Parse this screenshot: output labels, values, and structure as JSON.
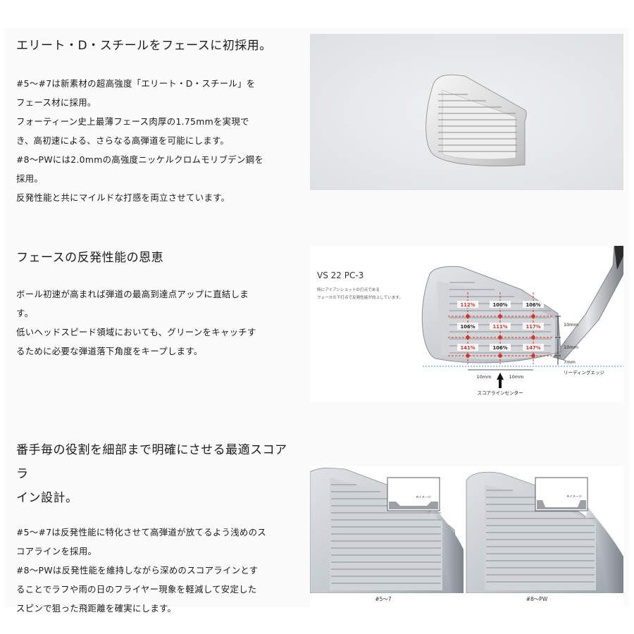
{
  "sections": [
    {
      "heading": "エリート・D・スチールをフェースに初採用。",
      "paragraphs": [
        "#5〜#7は新素材の超高強度「エリート・D・スチール」を",
        "フェース材に採用。",
        "フォーティーン史上最薄フェース肉厚の1.75mmを実現で",
        "き、高初速による、さらなる高弾道を可能にします。",
        "#8〜PWには2.0mmの高強度ニッケルクロムモリブデン鋼を",
        "採用。",
        "反発性能と共にマイルドな打感を両立させています。"
      ]
    },
    {
      "heading": "フェースの反発性能の恩恵",
      "paragraphs": [
        "ボール初速が高まれば弾道の最高到達点アップに直結しま",
        "す。",
        "低いヘッドスピード領域においても、グリーンをキャッチす",
        "るために必要な弾道落下角度をキープします。"
      ]
    },
    {
      "heading_lines": [
        "番手毎の役割を細部まで明確にさせる最適スコアラ",
        "イン設計。"
      ],
      "paragraphs": [
        "#5〜#7は反発性能に特化させて高弾道が放てるよう浅めのス",
        "コアラインを採用。",
        "#8〜PWは反発性能を維持しながら深めのスコアラインとす",
        "ることでラフや雨の日のフライヤー現象を軽減して安定した",
        "スピンで狙った飛距離を確実にします。"
      ]
    }
  ],
  "diagram": {
    "title": "VS 22 PC-3",
    "note_lines": [
      "特にアイアンショットの打点である",
      "フェースの下打点で反発性能が向上しています。"
    ],
    "grid": [
      [
        "112%",
        "100%",
        "106%"
      ],
      [
        "106%",
        "111%",
        "117%"
      ],
      [
        "141%",
        "106%",
        "147%"
      ]
    ],
    "dim_right": [
      "10mm",
      "10mm",
      "7mm"
    ],
    "dim_bottom": [
      "10mm",
      "10mm"
    ],
    "leading_edge_label": "リーディングエッジ",
    "center_label": "スコアラインセンター"
  },
  "comparison": {
    "inset_label": "※イメージ",
    "left_caption": "#5〜7",
    "right_caption": "#8〜PW"
  },
  "colors": {
    "accent_red": "#d0342c",
    "dim_blue": "#3a9ab3"
  }
}
